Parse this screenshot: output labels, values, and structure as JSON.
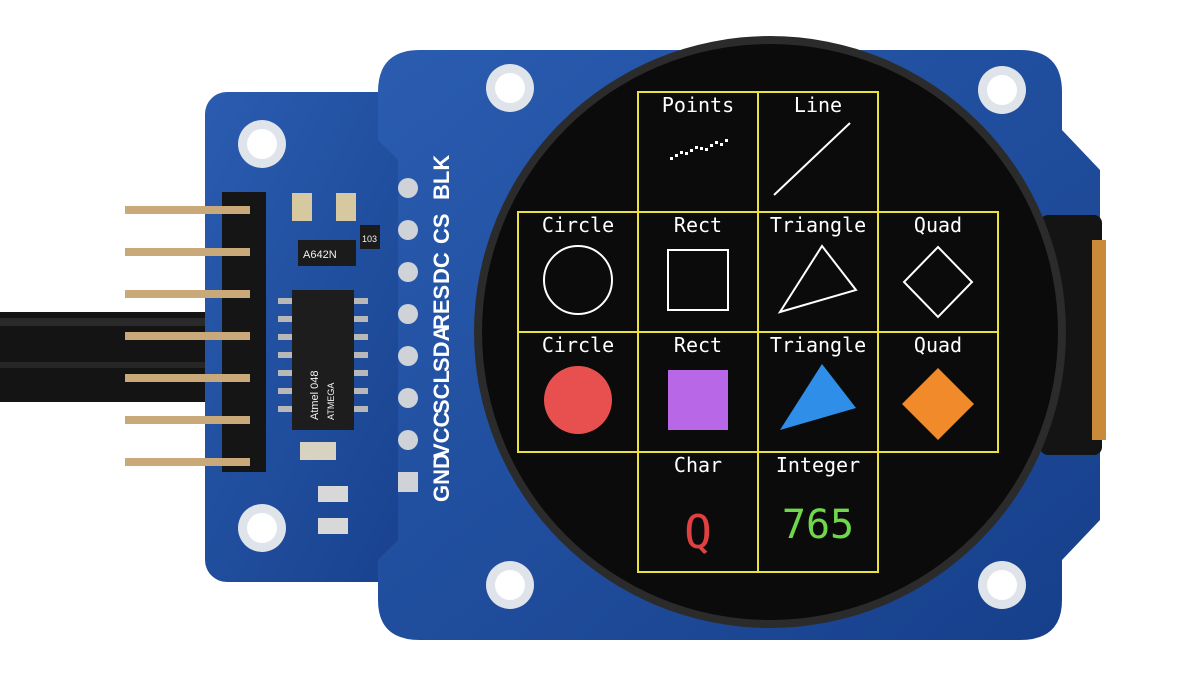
{
  "pin_labels": [
    "GND",
    "VCC",
    "SCL",
    "SDA",
    "RES",
    "DC",
    "CS",
    "BLK"
  ],
  "chip_markings": {
    "resistor": "A642N",
    "small_part": "103",
    "ic_line1": "Atmel 048",
    "ic_line2": "ATMEGA"
  },
  "display": {
    "labels": {
      "points": "Points",
      "line": "Line",
      "circle_outline": "Circle",
      "rect_outline": "Rect",
      "triangle_outline": "Triangle",
      "quad_outline": "Quad",
      "circle_filled": "Circle",
      "rect_filled": "Rect",
      "triangle_filled": "Triangle",
      "quad_filled": "Quad",
      "char": "Char",
      "integer": "Integer"
    },
    "char_value": "Q",
    "integer_value": "765",
    "colors": {
      "grid": "#e8e23a",
      "circle_fill": "#e8504f",
      "rect_fill": "#b867e6",
      "triangle_fill": "#2f8fe8",
      "quad_fill": "#f08a2a",
      "char": "#e04040",
      "integer": "#6fd84a",
      "pcb": "#1f4fa0"
    }
  }
}
